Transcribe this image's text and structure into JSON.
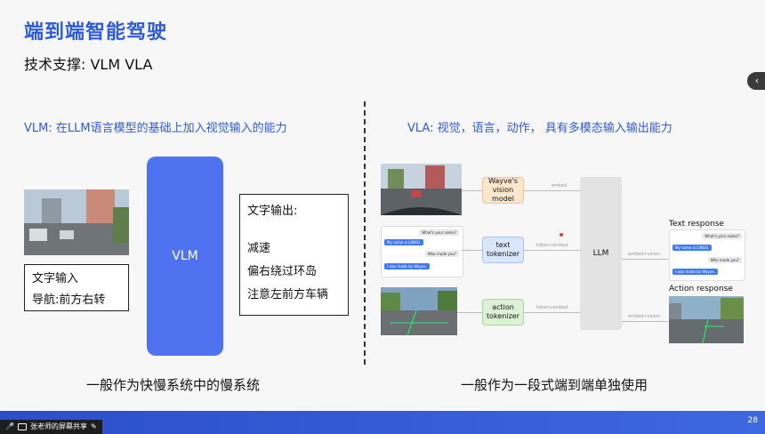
{
  "slide": {
    "title": "端到端智能驾驶",
    "subtitle": "技术支撑: VLM VLA",
    "page_number": "28"
  },
  "vlm": {
    "heading": "VLM: 在LLM语言模型的基础上加入视觉输入的能力",
    "block_label": "VLM",
    "input_title": "文字输入",
    "input_text": "导航:前方右转",
    "output_title": "文字输出:",
    "outputs": [
      "减速",
      "偏右绕过环岛",
      "注意左前方车辆"
    ],
    "caption": "一般作为快慢系统中的慢系统"
  },
  "vla": {
    "heading": "VLA: 视觉，语言，动作， 具有多模态输入输出能力",
    "vision_model": "Wayve's vision model",
    "text_tokenizer": "text tokenizer",
    "action_tokenizer": "action tokenizer",
    "llm": "LLM",
    "labels": {
      "embed": "embed",
      "token_embed_1": "token+embed",
      "token_embed_2": "token+embed",
      "embed_vision_1": "embed+vision",
      "embed_vision_2": "embed+vision"
    },
    "chat_in": [
      "What's your name?",
      "My name is LINGO.",
      "Who made you?",
      "I was made by Wayve."
    ],
    "text_response_title": "Text response",
    "chat_out": [
      "What's your name?",
      "My name is LINGO.",
      "Who made you?",
      "I was made by Wayve."
    ],
    "action_response_title": "Action response",
    "caption": "一般作为一段式端到端单独使用"
  },
  "share_bar": {
    "label": "张老师的屏幕共享"
  },
  "colors": {
    "accent": "#2f5bd9",
    "vlm_block": "#4f73f0",
    "footer": "#2b4fc8"
  }
}
